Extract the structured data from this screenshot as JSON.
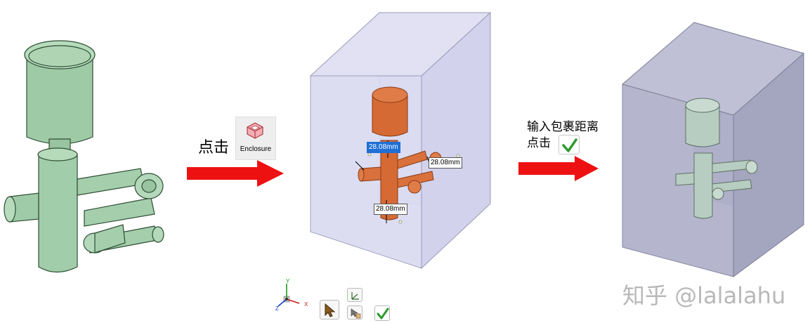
{
  "step1": {
    "click_label": "点击",
    "enclosure_label": "Enclosure"
  },
  "step2": {
    "instruction_line1": "输入包裹距离",
    "instruction_line2": "点击"
  },
  "dimensions": {
    "top": "28.08mm",
    "right": "28.08mm",
    "bottom": "28.08mm"
  },
  "triad": {
    "x": "X",
    "y": "Y",
    "z": "Z"
  },
  "watermark": {
    "text": "知乎 @lalalahu"
  },
  "colors": {
    "part_green": "#a8d2b0",
    "part_orange": "#d9713d",
    "enclosure_light": "#d6d6ef",
    "enclosure_dark": "#a7a9c3",
    "arrow_red": "#ee1111",
    "confirm_green": "#2f9a2f"
  }
}
